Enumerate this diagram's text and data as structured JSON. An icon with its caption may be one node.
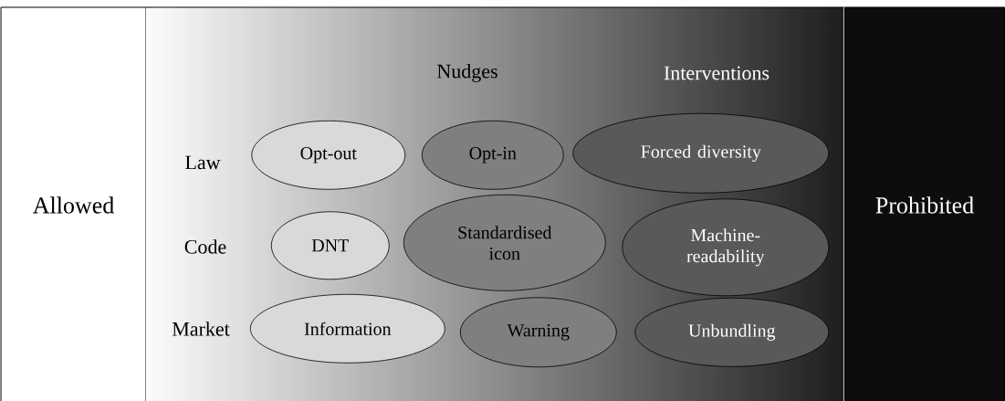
{
  "diagram": {
    "nodes": [
      {
        "text": [
          "Allowed"
        ]
      },
      {
        "text": [
          "Nudges",
          "Interventions"
        ]
      },
      {
        "text": [
          "Opt-out"
        ],
        "in": 1
      },
      {
        "text": [
          "Opt-in"
        ],
        "in": 1
      },
      {
        "text": [
          "Forced diversity"
        ],
        "in": 1
      },
      {
        "text": [
          "DNT"
        ],
        "in": 1
      },
      {
        "text": [
          "Standardised icon"
        ],
        "in": 1
      },
      {
        "text": [
          "Machine-readability"
        ],
        "in": 1
      },
      {
        "text": [
          "Information"
        ],
        "in": 1
      },
      {
        "text": [
          "Warning"
        ],
        "in": 1
      },
      {
        "text": [
          "Unbundling"
        ],
        "in": 1
      },
      {
        "text": [
          "Prohibited"
        ]
      }
    ],
    "labels": [
      "Law",
      "Code",
      "Market"
    ]
  }
}
